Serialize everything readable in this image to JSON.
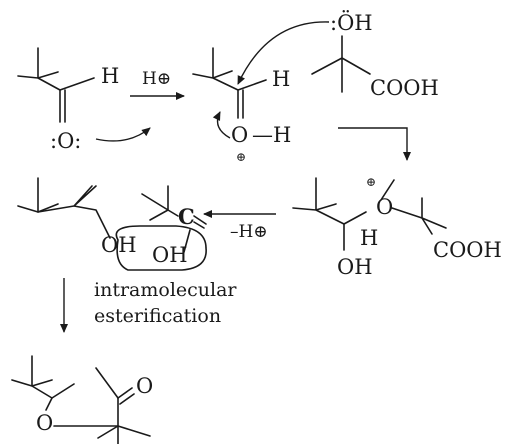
{
  "step1": {
    "aldehyde_h": "H",
    "aldehyde_o": ":O:",
    "acid_catalyst": "H⊕"
  },
  "step2": {
    "protonated_h": "H",
    "protonated_o": "O",
    "protonated_oh_h": "—H",
    "plus": "⊕"
  },
  "nucleophile": {
    "oh": ":ÖH",
    "cooh": "COOH"
  },
  "step3": {
    "plus": "⊕",
    "ether_o": "O",
    "h": "H",
    "oh": "OH",
    "cooh": "COOH"
  },
  "step4": {
    "deprotonation": "–H⊕",
    "carbon": "C",
    "oh_left": "OH",
    "oh_right": "OH",
    "note_line1": "intramolecular",
    "note_line2": "esterification"
  },
  "product": {
    "carbonyl_o": "O",
    "ring_o": "O"
  },
  "colors": {
    "ink": "#1a1a1a",
    "background": "#ffffff"
  }
}
